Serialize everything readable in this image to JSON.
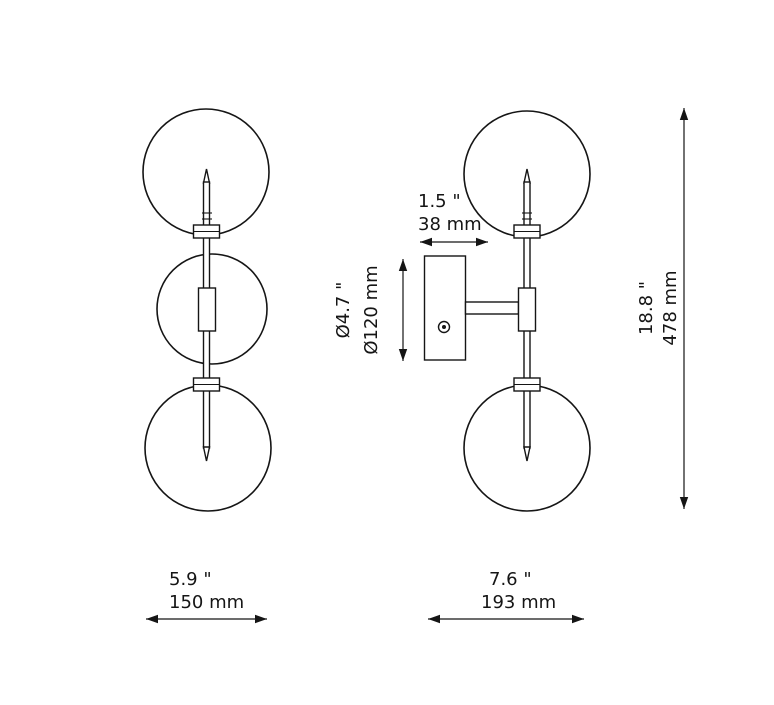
{
  "diagram": {
    "front_view": {
      "width_in": "5.9 \"",
      "width_mm": "150 mm"
    },
    "side_view": {
      "depth_in": "1.5 \"",
      "depth_mm": "38 mm",
      "globe_diameter_in": "Ø4.7 \"",
      "globe_diameter_mm": "Ø120 mm",
      "height_in": "18.8 \"",
      "height_mm": "478 mm",
      "width_in": "7.6 \"",
      "width_mm": "193 mm"
    }
  }
}
